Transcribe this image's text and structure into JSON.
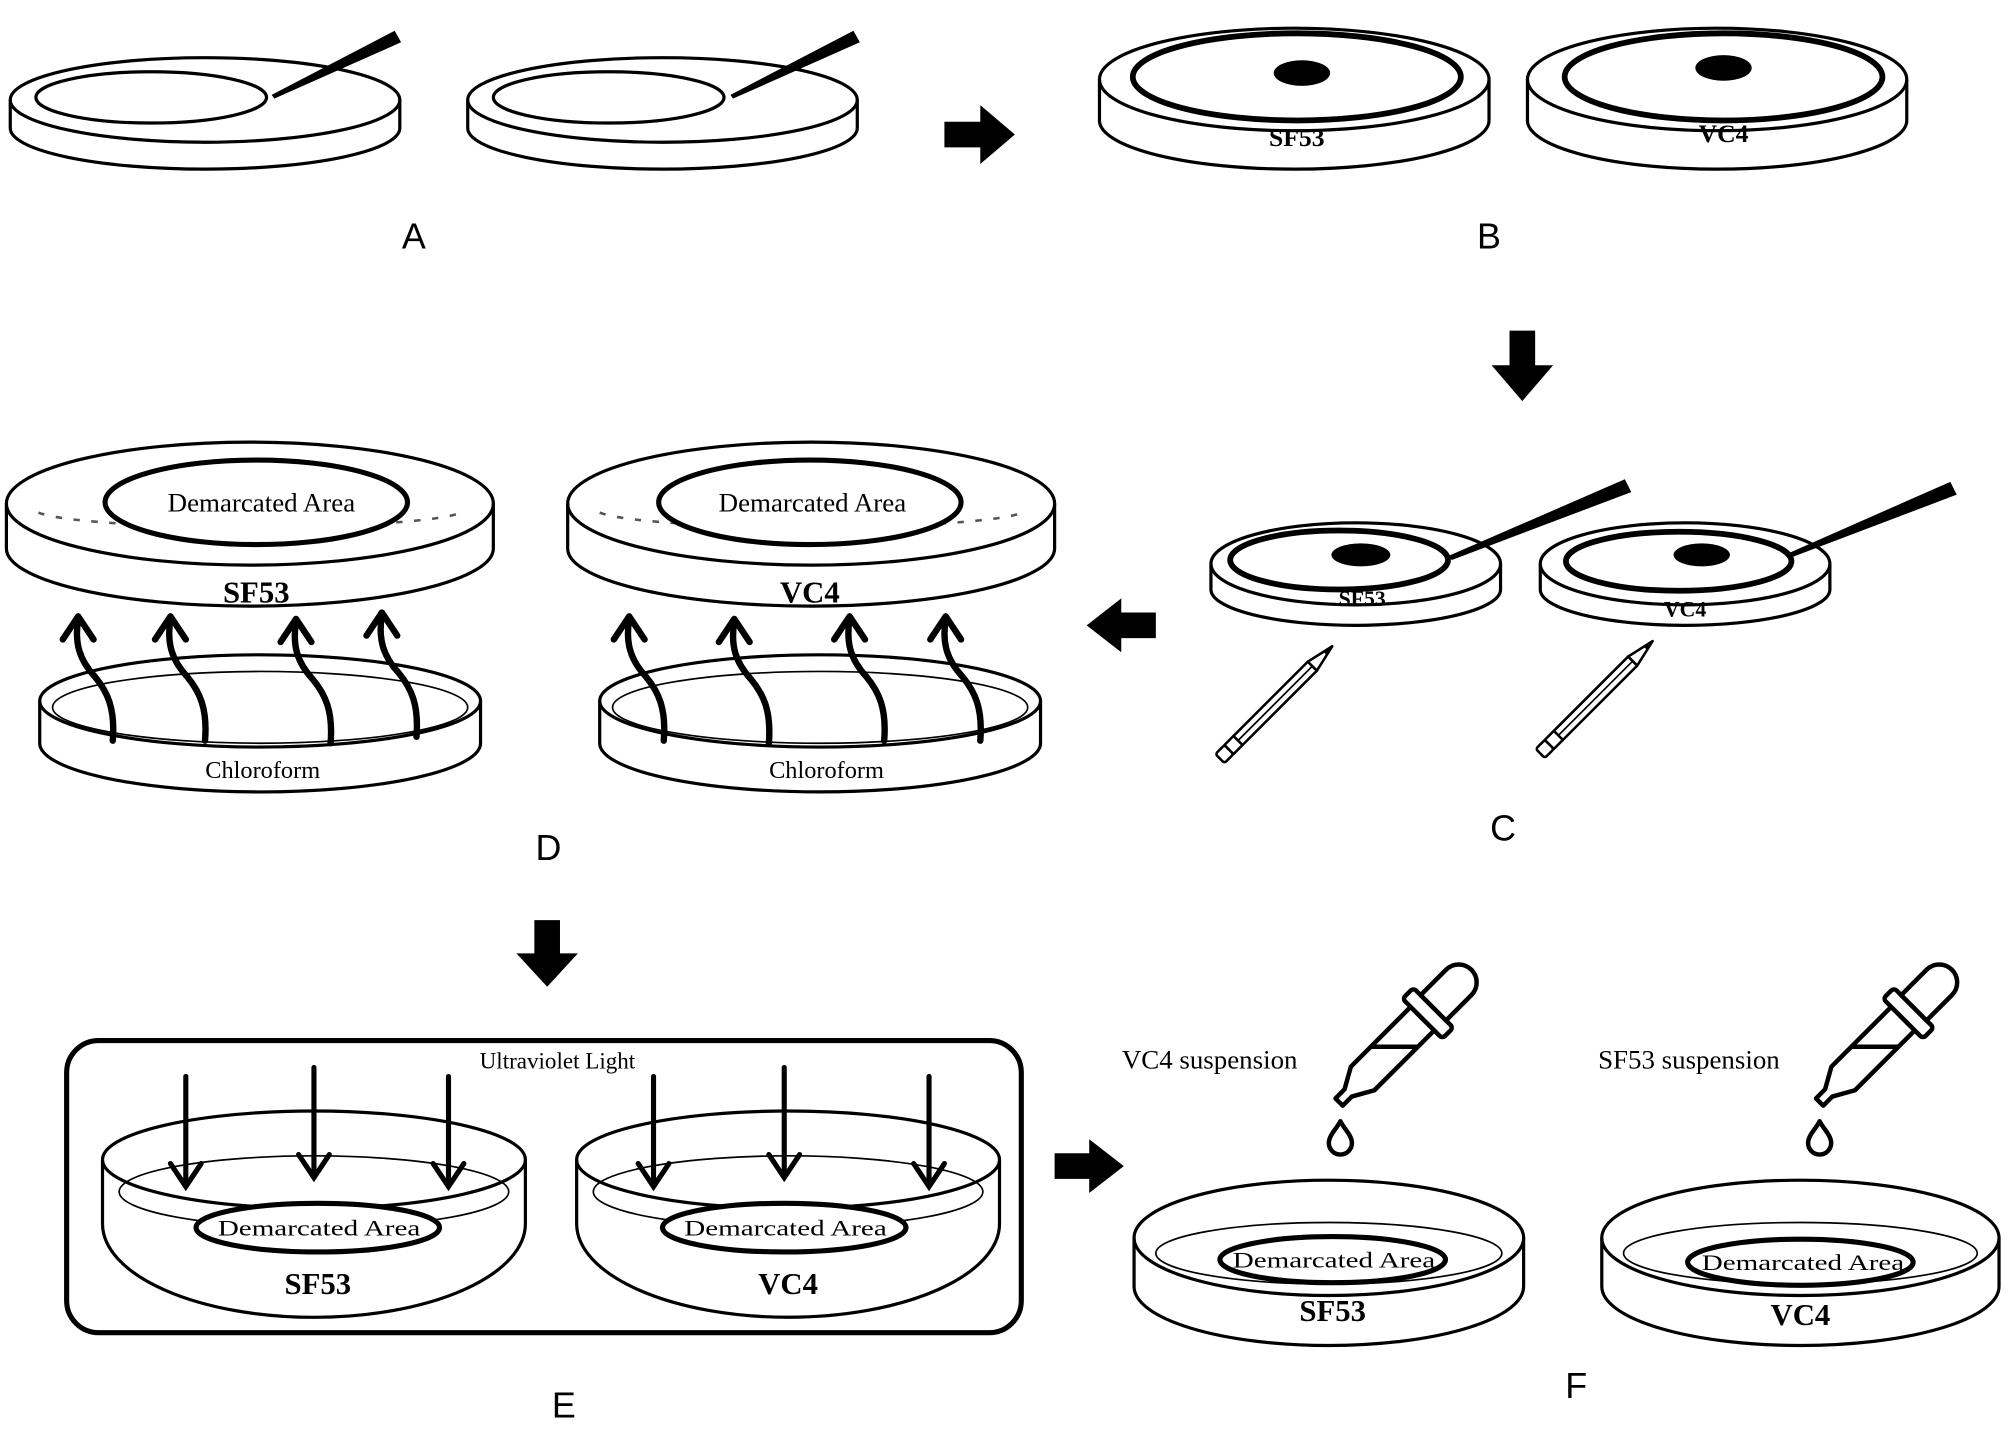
{
  "colors": {
    "ink": "#000000",
    "paper": "#ffffff"
  },
  "panel_a": {
    "label": "A"
  },
  "panel_b": {
    "label": "B",
    "dishes": [
      {
        "strain": "SF53"
      },
      {
        "strain": "VC4"
      }
    ]
  },
  "panel_c": {
    "label": "C",
    "dishes": [
      {
        "strain": "SF53"
      },
      {
        "strain": "VC4"
      }
    ]
  },
  "panel_d": {
    "label": "D",
    "dishes": [
      {
        "area": "Demarcated Area",
        "strain": "SF53",
        "reagent": "Chloroform"
      },
      {
        "area": "Demarcated Area",
        "strain": "VC4",
        "reagent": "Chloroform"
      }
    ]
  },
  "panel_e": {
    "label": "E",
    "chamber_label": "Ultraviolet Light",
    "dishes": [
      {
        "area": "Demarcated Area",
        "strain": "SF53"
      },
      {
        "area": "Demarcated Area",
        "strain": "VC4"
      }
    ]
  },
  "panel_f": {
    "label": "F",
    "dishes": [
      {
        "suspension": "VC4 suspension",
        "area": "Demarcated Area",
        "strain": "SF53"
      },
      {
        "suspension": "SF53 suspension",
        "area": "Demarcated Area",
        "strain": "VC4"
      }
    ]
  }
}
